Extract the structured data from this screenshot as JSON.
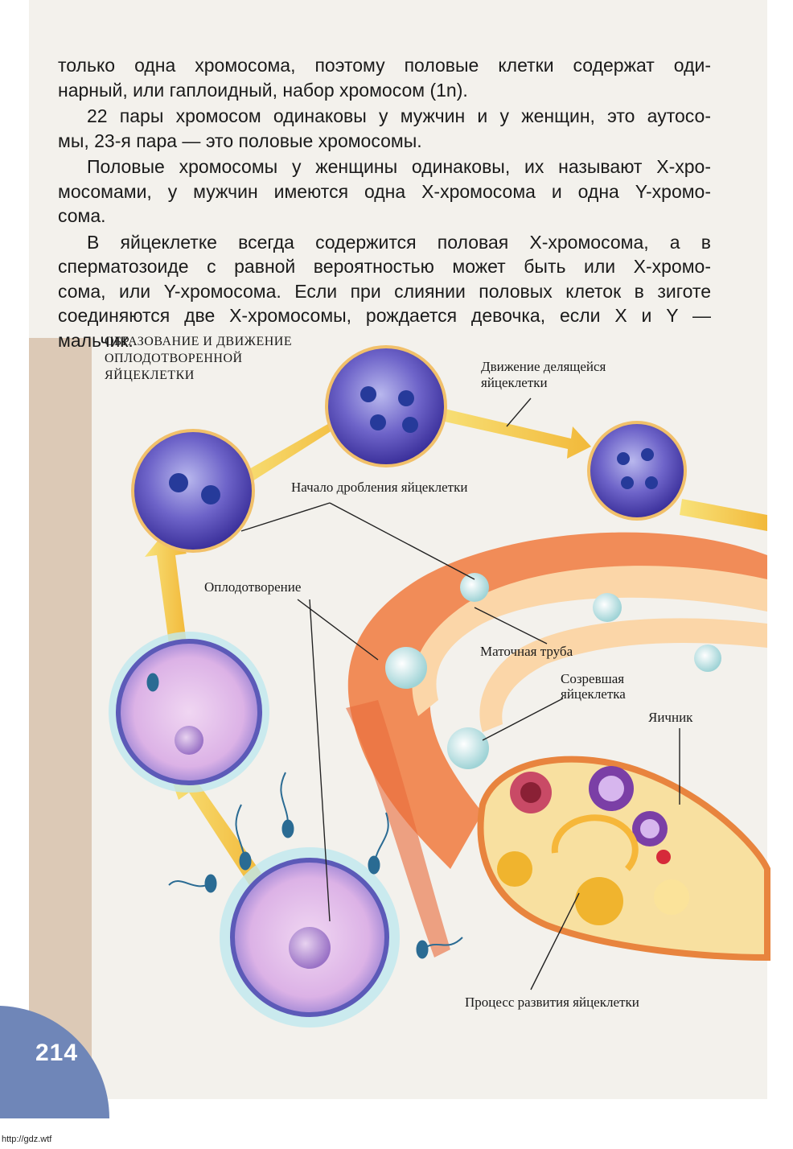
{
  "text": {
    "lines": [
      "только одна хромосома, поэтому половые клетки содержат оди-",
      "нарный, или гаплоидный, набор хромосом (1n).",
      "22 пары хромосом одинаковы у мужчин и у женщин, это аутосо-",
      "мы, 23-я пара — это половые хромосомы.",
      "Половые хромосомы у женщины одинаковы, их называют X-хро-",
      "мосомами, у мужчин имеются одна X-хромосома и одна Y-хромо-",
      "сома.",
      "В яйцеклетке всегда содержится половая X-хромосома, а в",
      "сперматозоиде с равной вероятностью может быть или X-хромо-",
      "сома, или Y-хромосома. Если при слиянии половых клеток в зиготе",
      "соединяются две X-хромосомы, рождается девочка, если X и Y —",
      "мальчик."
    ]
  },
  "diagram": {
    "title_line1": "ОБРАЗОВАНИЕ И ДВИЖЕНИЕ",
    "title_line2": "ОПЛОДОТВОРЕННОЙ",
    "title_line3": "ЯЙЦЕКЛЕТКИ",
    "label_movement_line1": "Движение делящейся",
    "label_movement_line2": "яйцеклетки",
    "label_cleavage": "Начало дробления яйцеклетки",
    "label_fertilization": "Оплодотворение",
    "label_tube": "Маточная труба",
    "label_mature_line1": "Созревшая",
    "label_mature_line2": "яйцеклетка",
    "label_ovary": "Яичник",
    "label_process": "Процесс развития яйцеклетки"
  },
  "page_number": "214",
  "footer_url": "http://gdz.wtf"
}
